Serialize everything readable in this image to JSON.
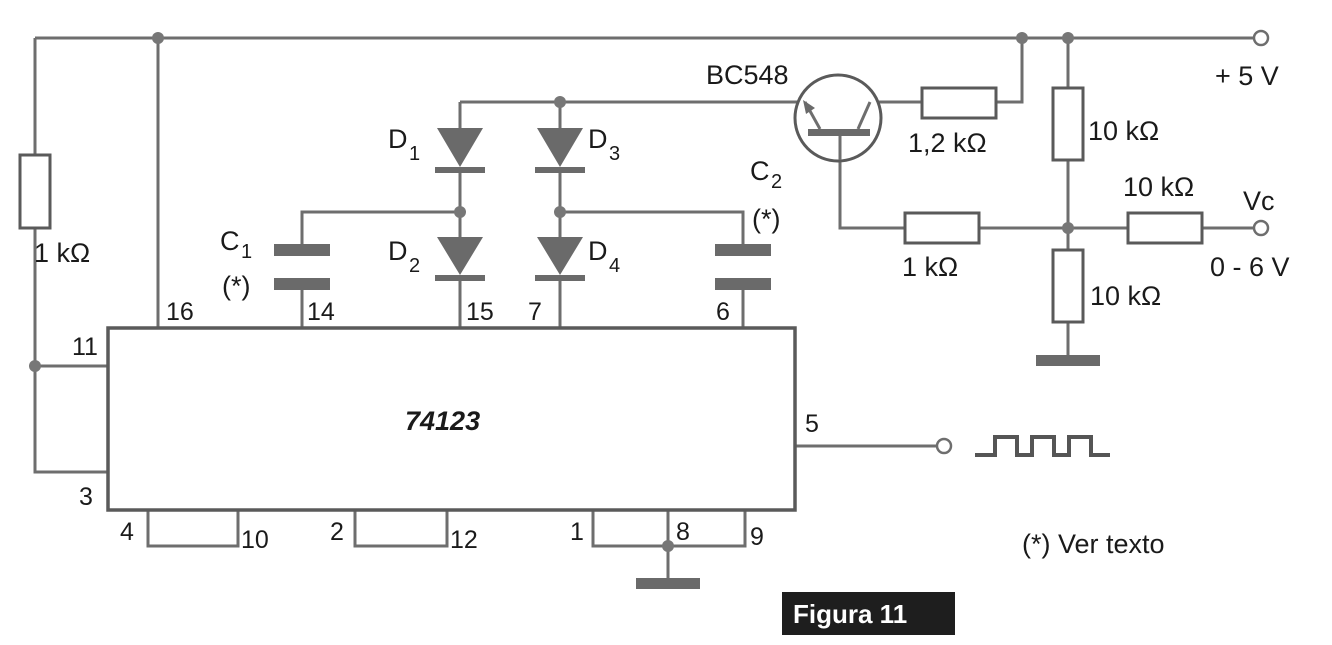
{
  "ic": {
    "name": "74123"
  },
  "pins": {
    "p16": "16",
    "p14": "14",
    "p15": "15",
    "p7": "7",
    "p6": "6",
    "p11": "11",
    "p3": "3",
    "p5": "5",
    "p4": "4",
    "p10": "10",
    "p2": "2",
    "p12": "12",
    "p1": "1",
    "p8": "8",
    "p9": "9"
  },
  "components": {
    "transistor": "BC548",
    "r_left": "1 kΩ",
    "r_base": "1,2 kΩ",
    "r_top": "10 kΩ",
    "r_mid": "1 kΩ",
    "r_in": "10 kΩ",
    "r_bottom": "10 kΩ",
    "c1": "C",
    "c1_sub": "1",
    "c1_note": "(*)",
    "c2": "C",
    "c2_sub": "2",
    "c2_note": "(*)",
    "d1": "D",
    "d1_sub": "1",
    "d2": "D",
    "d2_sub": "2",
    "d3": "D",
    "d3_sub": "3",
    "d4": "D",
    "d4_sub": "4"
  },
  "supply": {
    "vplus": "+ 5 V",
    "vc": "Vc",
    "vc_range": "0 - 6 V"
  },
  "note": "(*) Ver texto",
  "figure_label": "Figura 11"
}
